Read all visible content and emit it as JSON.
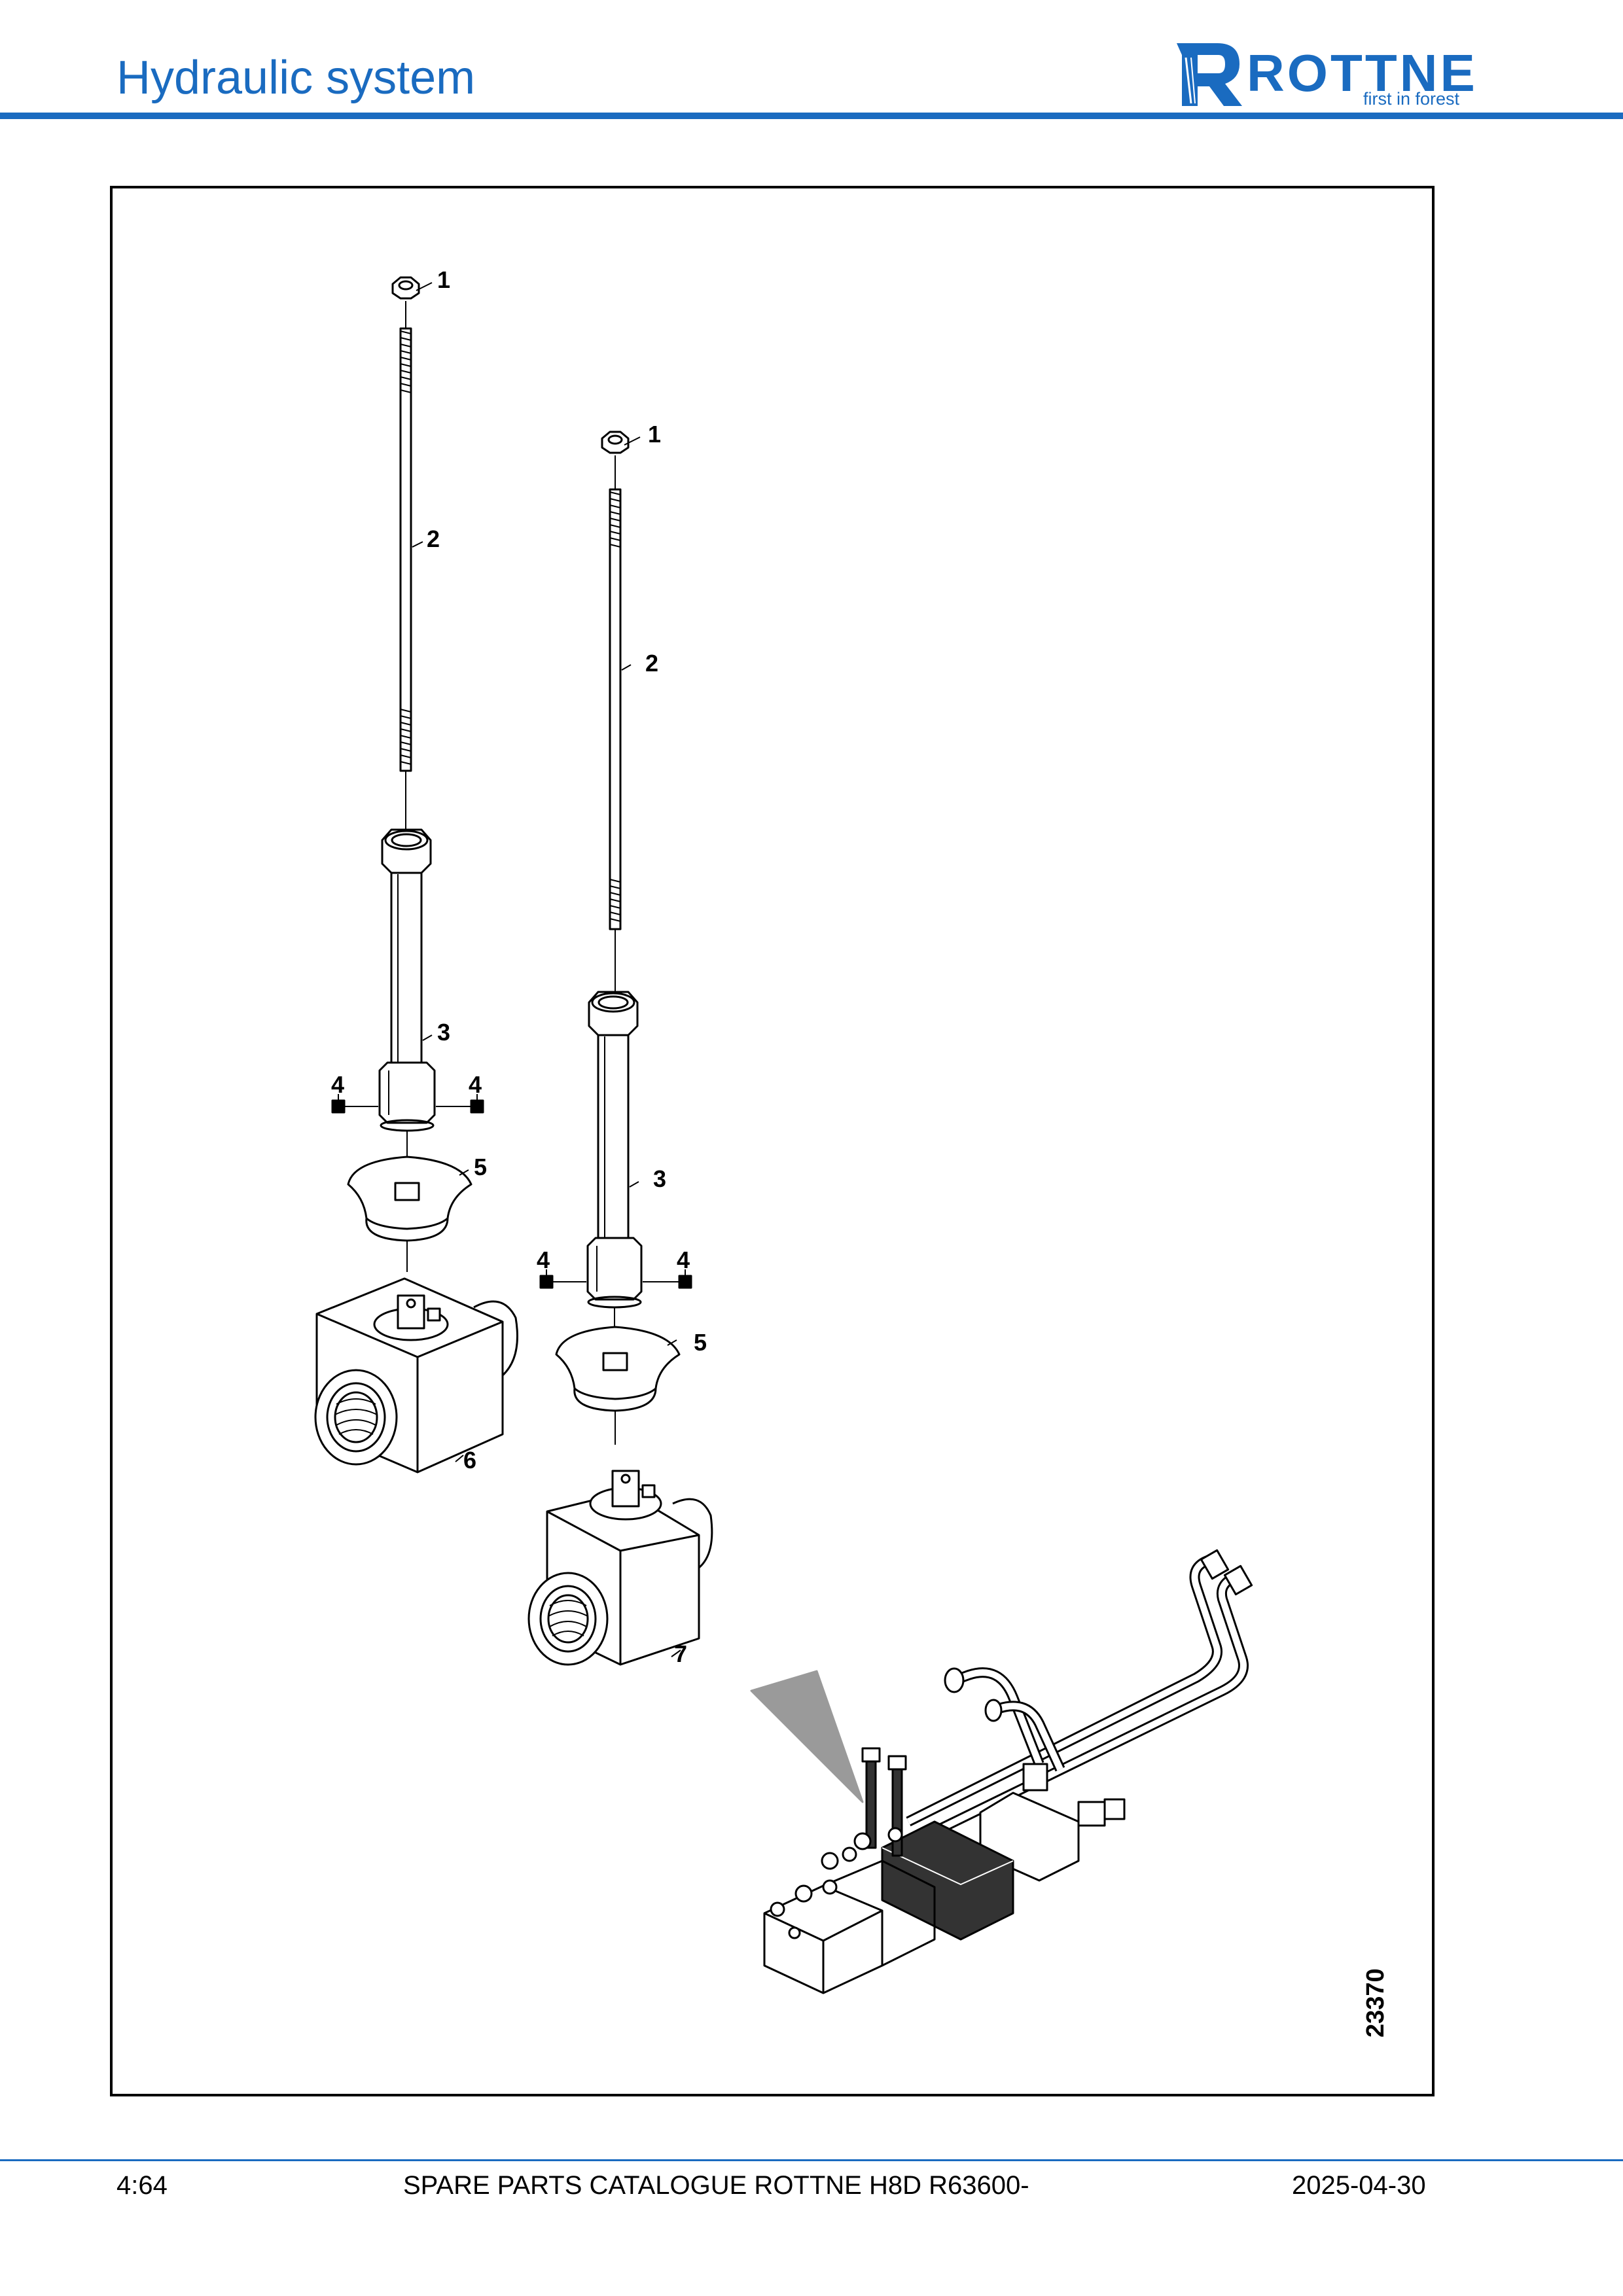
{
  "header": {
    "title": "Hydraulic system",
    "brand": "ROTTNE",
    "brand_tagline": "first in forest",
    "brand_color": "#1a6bc0"
  },
  "figure": {
    "number": "23370",
    "callouts": {
      "c1": "1",
      "c2": "2",
      "c3": "3",
      "c4": "4",
      "c5": "5",
      "c6": "6",
      "c7": "7"
    }
  },
  "footer": {
    "page": "4:64",
    "catalogue": "SPARE PARTS CATALOGUE ROTTNE H8D R63600-",
    "date": "2025-04-30"
  }
}
